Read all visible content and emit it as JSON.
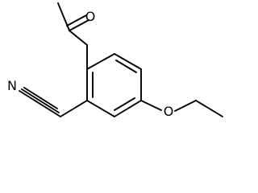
{
  "structure": {
    "atoms": {
      "carbonyl_oxygen": "O",
      "nitrile_nitrogen": "N",
      "ether_oxygen": "O"
    }
  }
}
